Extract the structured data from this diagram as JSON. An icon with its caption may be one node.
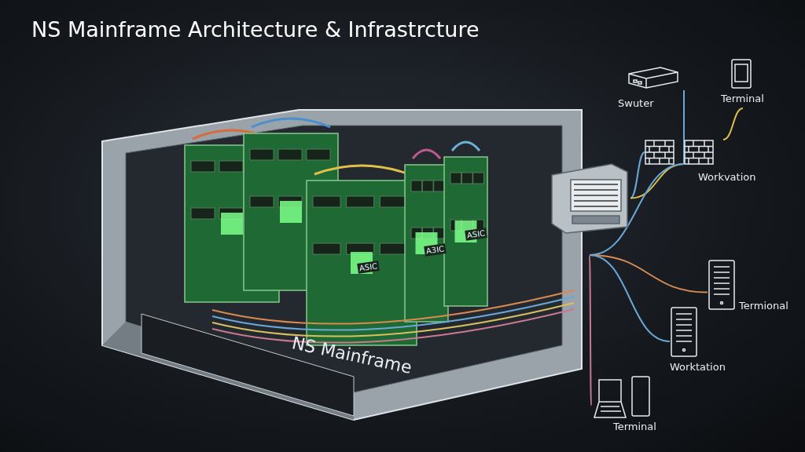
{
  "diagram": {
    "title": "NS Mainframe Architecture & Infrastrcture",
    "nodes": [
      {
        "text": [
          "NS Mainframe"
        ]
      },
      {
        "text": [],
        "shape": "box"
      },
      {
        "text": [
          "Swuter"
        ]
      },
      {
        "text": [
          "Terminal"
        ]
      },
      {
        "text": [],
        "shape": "picture"
      },
      {
        "text": [
          "Workvation"
        ]
      },
      {
        "text": [
          "Termional"
        ]
      },
      {
        "text": [
          "Worktation"
        ]
      },
      {
        "text": [
          "Terminal"
        ]
      }
    ],
    "edges": [
      {
        "from": 1,
        "to": 4,
        "arrow": "none"
      },
      {
        "from": 1,
        "to": 5,
        "arrow": "none",
        "color": "#e0c04a"
      },
      {
        "from": 5,
        "to": 2,
        "arrow": "none"
      },
      {
        "from": 5,
        "to": 3,
        "arrow": "none",
        "color": "#e0c04a"
      },
      {
        "from": 5,
        "to": 0,
        "arrow": "none"
      },
      {
        "from": 0,
        "to": 6,
        "arrow": "none",
        "color": "#d98a50"
      },
      {
        "from": 0,
        "to": 7,
        "arrow": "none"
      },
      {
        "from": 0,
        "to": 8,
        "arrow": "none",
        "color": "#c87890"
      }
    ],
    "labels": [
      "ASIC",
      "A3IC",
      "ASIC"
    ]
  }
}
